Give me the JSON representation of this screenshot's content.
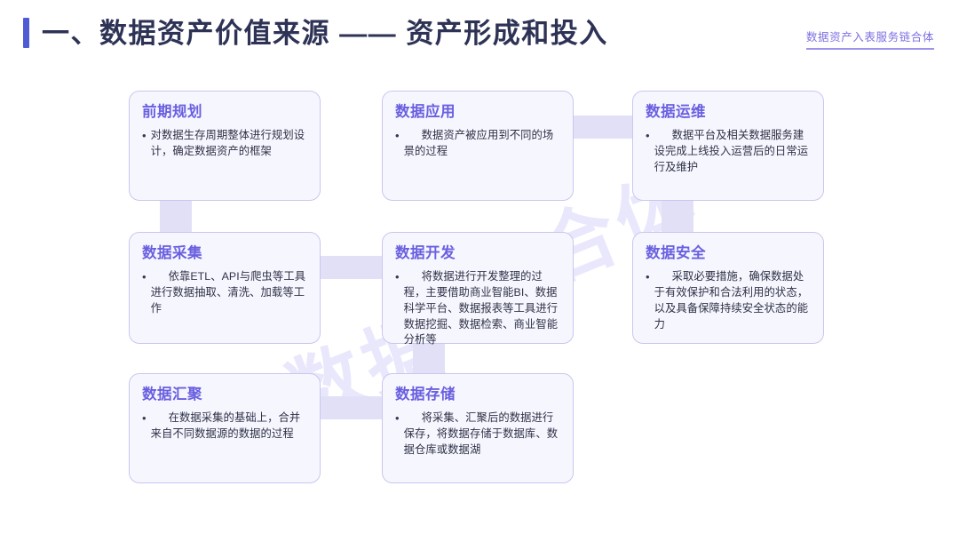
{
  "header": {
    "title": "一、数据资产价值来源 ——  资产形成和投入",
    "accent_bar_color": "#4f5bd5",
    "title_color": "#2e3356",
    "brand_label": "数据资产入表服务链合体",
    "brand_color": "#7b6fe0"
  },
  "watermarks": [
    {
      "text": "数据"
    },
    {
      "text": "合体"
    }
  ],
  "theme": {
    "card_bg": "#f6f7fe",
    "card_border": "#c9c6f0",
    "card_title_color": "#6a5fe0",
    "connector_color": "#e2e0f7",
    "body_text_color": "#2f3147"
  },
  "bullet_glyph": "•",
  "cards": [
    {
      "id": "pre-planning",
      "title": "前期规划",
      "text": "对数据生存周期整体进行规划设计，确定数据资产的框架",
      "indent": false
    },
    {
      "id": "data-application",
      "title": "数据应用",
      "text": "数据资产被应用到不同的场景的过程",
      "indent": true
    },
    {
      "id": "data-operations",
      "title": "数据运维",
      "text": "数据平台及相关数据服务建设完成上线投入运营后的日常运行及维护",
      "indent": true
    },
    {
      "id": "data-collection",
      "title": "数据采集",
      "text": "依靠ETL、API与爬虫等工具进行数据抽取、清洗、加载等工作",
      "indent": true
    },
    {
      "id": "data-development",
      "title": "数据开发",
      "text": "将数据进行开发整理的过程，主要借助商业智能BI、数据科学平台、数据报表等工具进行数据挖掘、数据检索、商业智能分析等",
      "indent": true
    },
    {
      "id": "data-security",
      "title": "数据安全",
      "text": "采取必要措施，确保数据处于有效保护和合法利用的状态，以及具备保障持续安全状态的能力",
      "indent": true
    },
    {
      "id": "data-aggregation",
      "title": "数据汇聚",
      "text": "在数据采集的基础上，合并来自不同数据源的数据的过程",
      "indent": true
    },
    {
      "id": "data-storage",
      "title": "数据存储",
      "text": "将采集、汇聚后的数据进行保存，将数据存储于数据库、数据仓库或数据湖",
      "indent": true
    }
  ]
}
